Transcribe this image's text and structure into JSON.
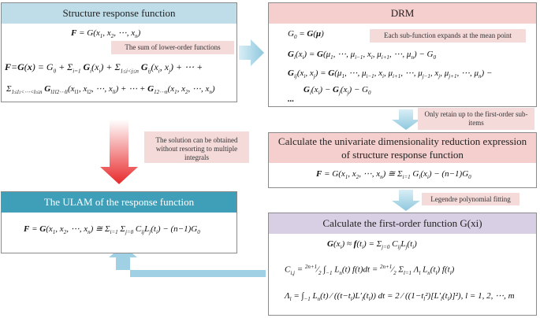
{
  "structure_box": {
    "title": "Structure response function",
    "formula_top": "F = G(x1, x2, ..., xn)",
    "note": "The sum of lower-order functions",
    "formula_line1": "F = G(x) = G0 + Σ Gi(xi) + Σ Gij(xi, xj) + ... +",
    "formula_line2": "Σ Gl1l2...li(xl1, xl2, ..., xli) + ... + G12...n(x1, x2, ..., xn)"
  },
  "drm_box": {
    "title": "DRM",
    "note": "Each sub-function expands at the mean point",
    "eq1": "G0 = G(μ)",
    "eq2": "Gi(xi) = G(μ1, ..., μi−1, xi, μi+1, ..., μn) − G0",
    "eq3": "Gij(xi, xj) = G(μ1, ..., μi−1, xi, μi+1, ..., μj−1, xj, μj+1, ..., μn) −",
    "eq4": "Gi(xi) − Gj(xj) − G0",
    "ellipsis": "..."
  },
  "note_retain": "Only retain up to the first-order sub-items",
  "univariate_box": {
    "title": "Calculate the univariate dimensionality reduction expression of structure response function",
    "formula": "F = G(x1, x2, ..., xn) ≅ Σ Gi(xi) − (n−1)G0"
  },
  "note_legendre": "Legendre polynomial fitting",
  "note_solution": "The solution can be obtained without resorting to multiple integrals",
  "ulam_box": {
    "title": "The ULAM of the response function",
    "formula": "F = G(x1, x2, ..., xn) ≅ Σ Σ Cij Lj(ti) − (n−1)G0"
  },
  "firstorder_box": {
    "title": "Calculate the first-order function G(xi)",
    "eq1": "G(xi) ≈ f(ti) = Σ Cij Lj(ti)",
    "eq2": "Ci,j = (2n+1)/2 ∫ Ln(t) f(t) dt = (2n+1)/2 Σ Λl Ln(tl) f(tl)",
    "eq3": "Λl = ∫ Ln(t) / ((t−tl) L'l(tl)) dt = 2 / ((1−tl²)[L'l(tl)]²), l = 1, 2, ..., m"
  },
  "colors": {
    "blue_header": "#bfdde9",
    "pink_header": "#f4cfcd",
    "teal_header": "#3f9fb9",
    "lavender_header": "#d9cfe4",
    "note_fill": "#f5dada",
    "red_arrow": "#e8292b",
    "light_arrow": "#9fd0e3"
  }
}
